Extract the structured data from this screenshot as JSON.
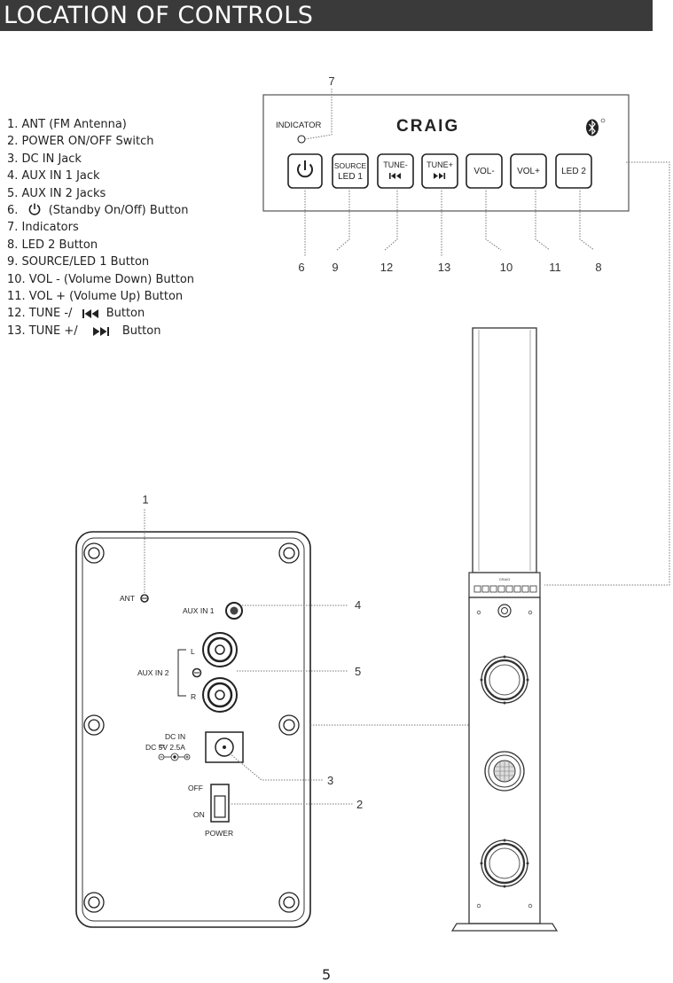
{
  "header": {
    "title": "LOCATION OF CONTROLS"
  },
  "legend": {
    "items": [
      "1. ANT (FM Antenna)",
      "2. POWER ON/OFF Switch",
      "3. DC IN Jack",
      "4. AUX IN 1 Jack",
      "5. AUX IN 2 Jacks",
      "(Standby On/Off) Button",
      "7.  Indicators",
      "8. LED 2 Button",
      "9. SOURCE/LED 1 Button",
      "10. VOL - (Volume Down) Button",
      "11. VOL + (Volume Up) Button",
      "12. TUNE -/",
      "13. TUNE +/"
    ],
    "item6_prefix": "6.",
    "button_word": "Button"
  },
  "control_panel": {
    "indicator_label": "INDICATOR",
    "brand": "CRAIG",
    "buttons": {
      "source_top": "SOURCE",
      "source_bottom": "LED 1",
      "tune_minus": "TUNE-",
      "tune_plus": "TUNE+",
      "vol_minus": "VOL-",
      "vol_plus": "VOL+",
      "led2": "LED 2"
    },
    "callouts": {
      "indicator": "7",
      "power": "6",
      "source": "9",
      "tune_minus": "12",
      "tune_plus": "13",
      "vol_minus": "10",
      "vol_plus": "11",
      "led2": "8"
    }
  },
  "rear_panel": {
    "ant_label": "ANT",
    "aux1_label": "AUX IN 1",
    "aux2_label": "AUX IN 2",
    "left_label": "L",
    "right_label": "R",
    "dc_in_label": "DC IN",
    "dc_spec": "DC     5V 2.5A",
    "off_label": "OFF",
    "on_label": "ON",
    "power_label": "POWER",
    "callouts": {
      "ant": "1",
      "aux1": "4",
      "aux2": "5",
      "dc": "3",
      "power": "2"
    }
  },
  "tower": {
    "brand": "CRAIG"
  },
  "page": {
    "number": "5"
  }
}
